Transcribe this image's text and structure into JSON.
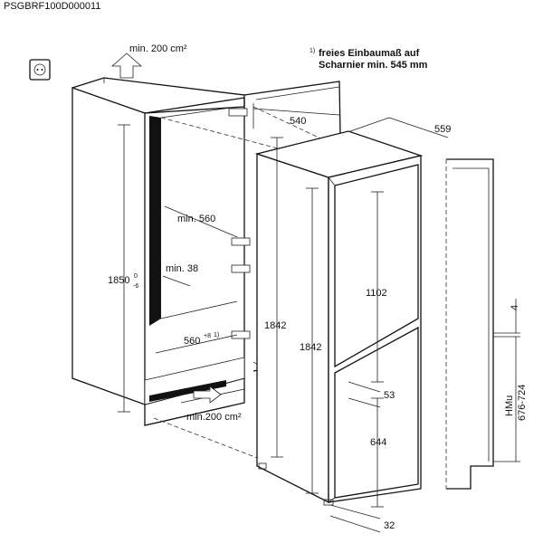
{
  "header": {
    "code": "PSGBRF100D000011"
  },
  "notes": {
    "top_airflow": "min. 200 cm²",
    "bottom_airflow": "min.200 cm²",
    "footnote_mark": "1)",
    "footnote_line1": "freies Einbaumaß auf",
    "footnote_line2": "Scharnier min. 545 mm"
  },
  "niche_dims": {
    "height": "1850",
    "height_tol_top": "0",
    "height_tol_bottom": "-6",
    "width_min": "min. 560",
    "depth": "560",
    "depth_sup": "+8",
    "depth_note": "1)",
    "side_gap": "min. 38",
    "door_width": "540"
  },
  "appliance_dims": {
    "height_side": "1842",
    "height_front": "1842",
    "depth": "559",
    "upper_door": "1102",
    "lower_door": "644",
    "gap": "53",
    "bottom_offset": "32"
  },
  "side_view": {
    "gap": "4",
    "hmu_label": "HMu",
    "hmu_range": "676-724"
  },
  "icons": {
    "socket": "power-socket-icon",
    "arrow_up": "airflow-up-arrow-icon",
    "arrow_in": "airflow-in-arrow-icon"
  }
}
